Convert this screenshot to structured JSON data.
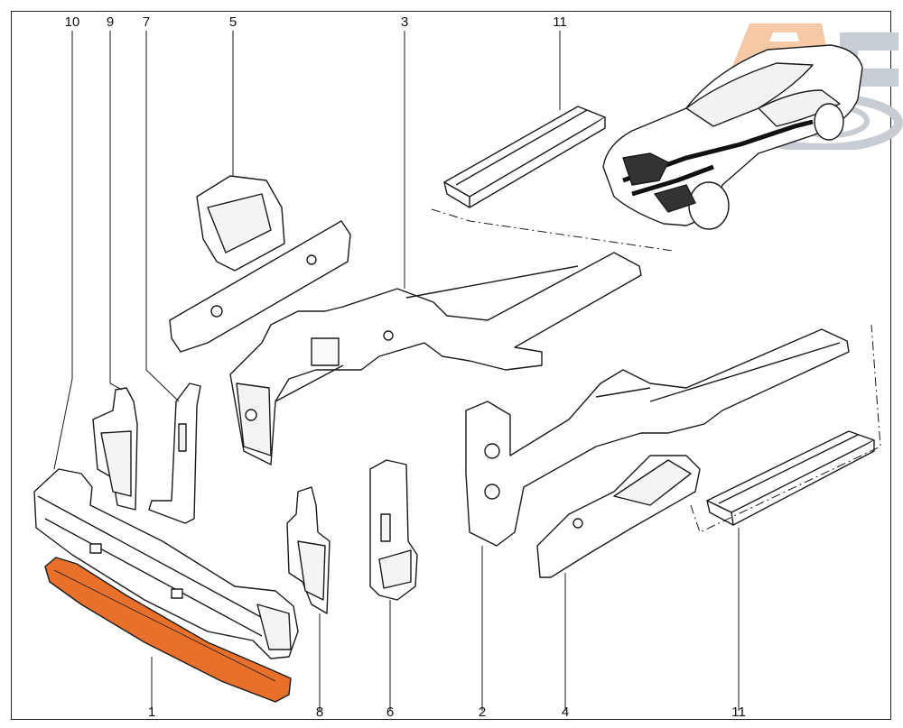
{
  "diagram": {
    "type": "exploded parts diagram",
    "callouts": {
      "c1": "1",
      "c2": "2",
      "c3": "3",
      "c4": "4",
      "c5": "5",
      "c6": "6",
      "c7": "7",
      "c8": "8",
      "c9": "9",
      "c10": "10",
      "c11_top": "11",
      "c11_bottom": "11"
    },
    "highlight_color": "#e8702a",
    "line_color": "#1a1a1a",
    "part_fill": "#ffffff"
  },
  "watermark": {
    "letters": "AC",
    "colors": {
      "a": "#f6c9a6",
      "c": "#c8cdd3"
    }
  }
}
